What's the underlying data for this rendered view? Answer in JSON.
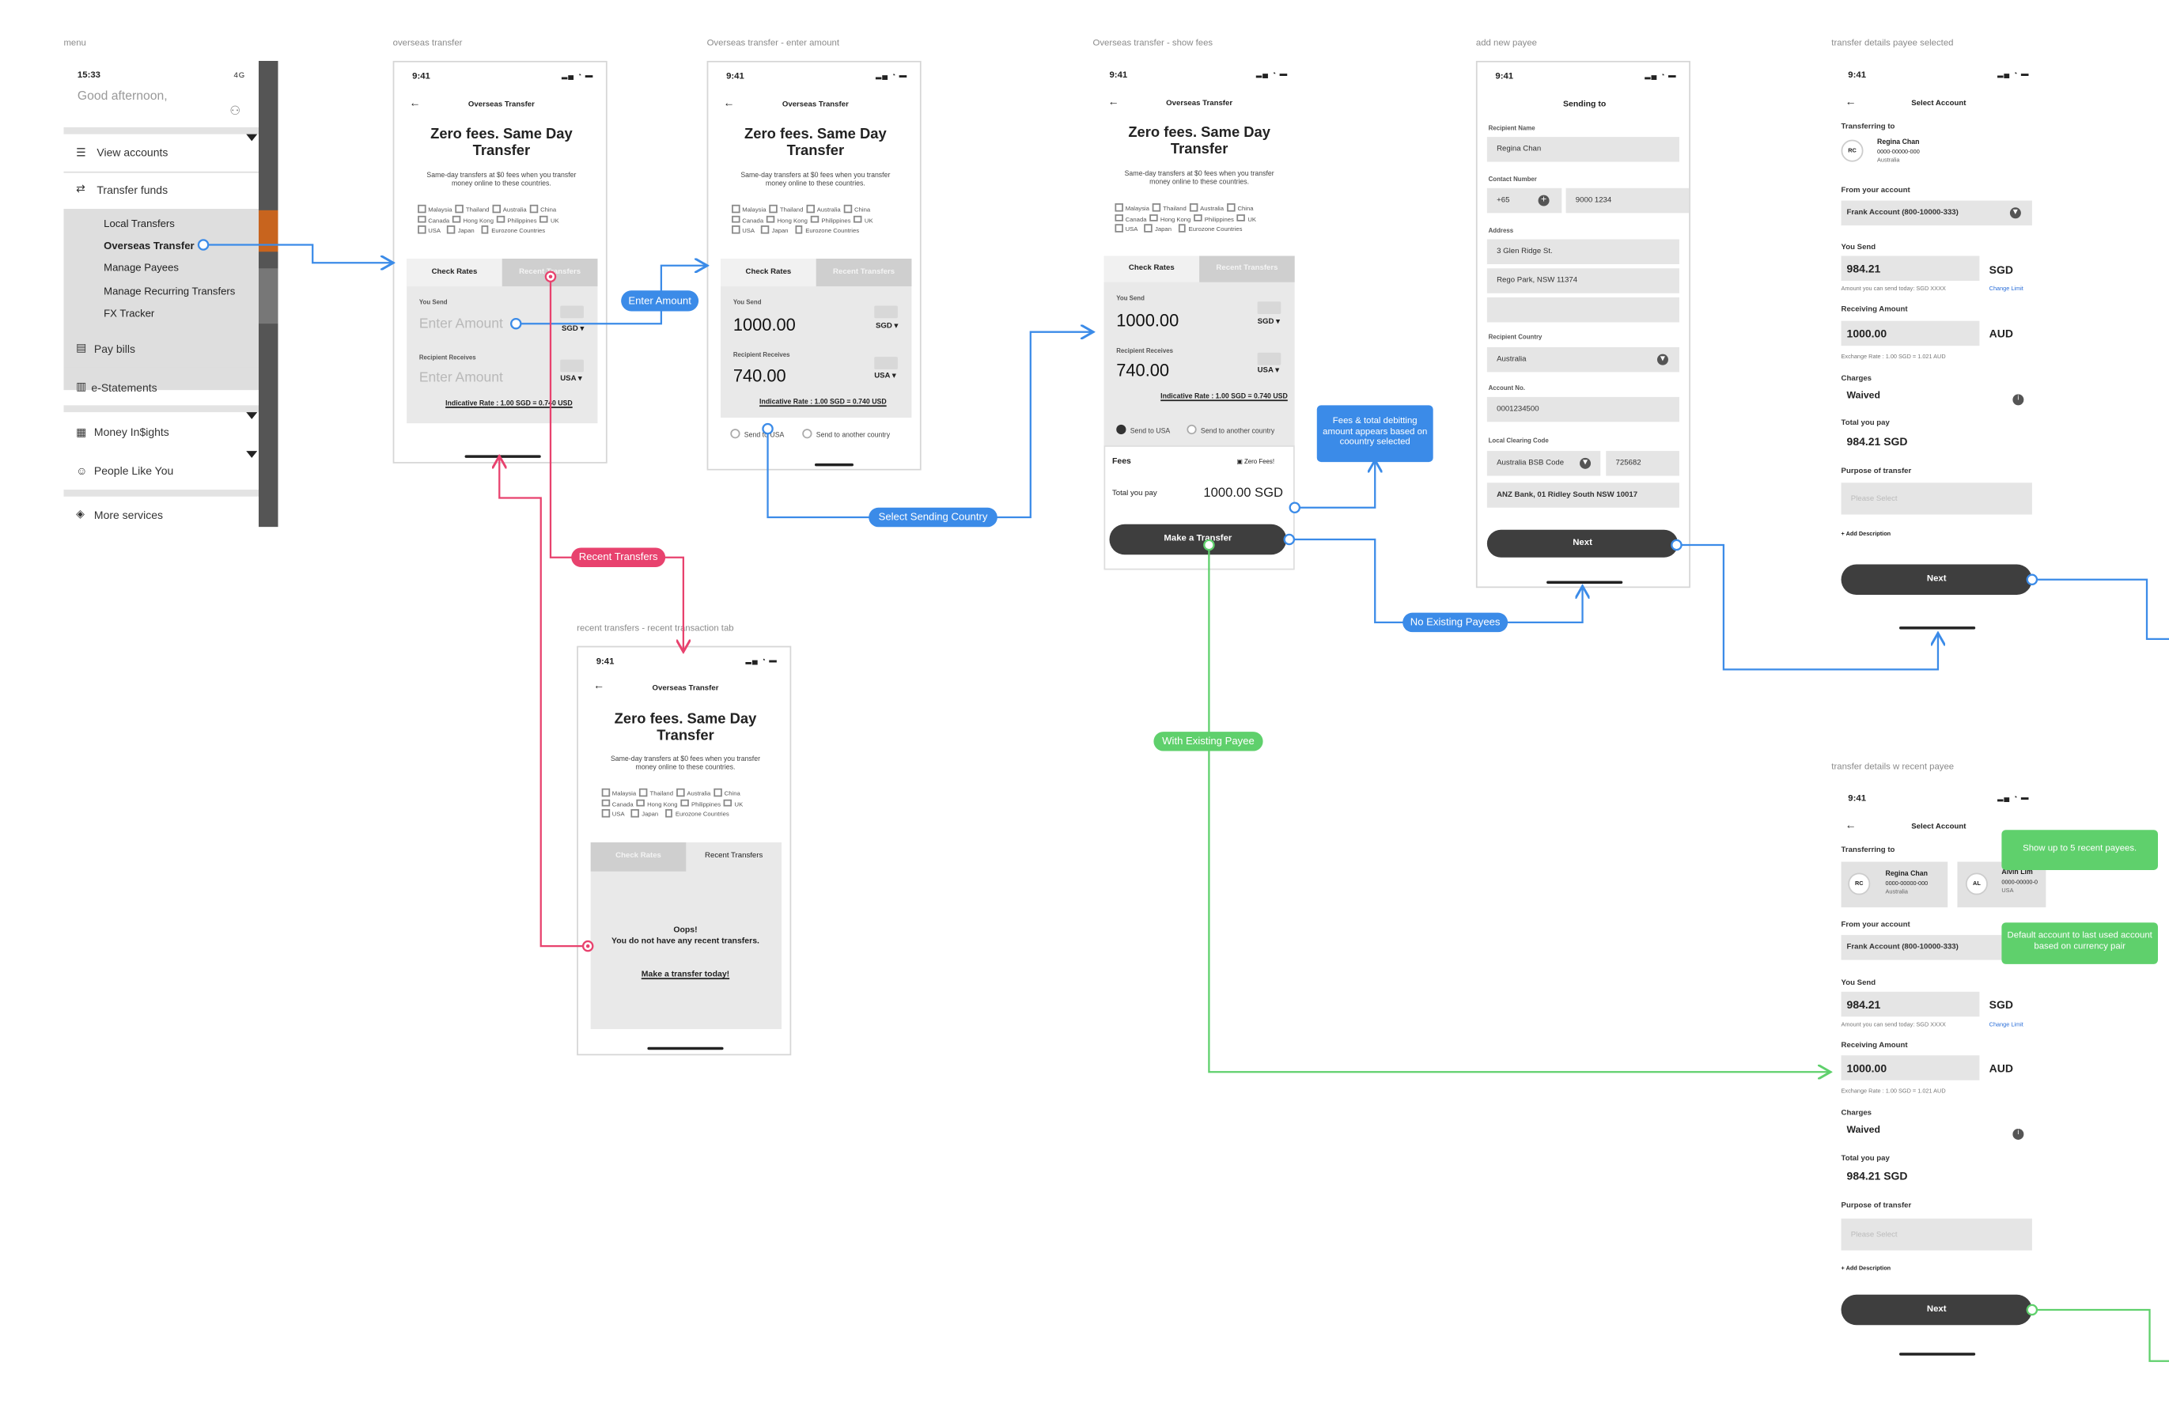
{
  "colors": {
    "blue": "#3b8be8",
    "pink": "#e8426e",
    "green": "#5fd06c",
    "dark": "#3e3e3e"
  },
  "status": {
    "time_menu": "15:33",
    "time": "9:41",
    "menu_signal": "4G"
  },
  "frames": {
    "menu": "menu",
    "overseas": "overseas transfer",
    "enter_amount": "Overseas transfer - enter amount",
    "show_fees": "Overseas transfer - show fees",
    "add_payee": "add new payee",
    "payee_selected": "transfer details payee selected",
    "recent": "recent transfers - recent transaction tab",
    "recent_payee": "transfer details w recent payee"
  },
  "menu": {
    "greeting": "Good afternoon,",
    "items": {
      "view_accounts": "View accounts",
      "transfer_funds": "Transfer funds",
      "pay_bills": "Pay bills",
      "estatements": "e-Statements",
      "money_insights": "Money In$ights",
      "people_like_you": "People Like You",
      "more_services": "More services"
    },
    "sub": {
      "local": "Local Transfers",
      "overseas": "Overseas Transfer",
      "payees": "Manage Payees",
      "recurring": "Manage Recurring Transfers",
      "fx": "FX Tracker"
    }
  },
  "transfer": {
    "nav_title": "Overseas Transfer",
    "hero1": "Zero fees. Same Day",
    "hero2": "Transfer",
    "sub1": "Same-day transfers at $0 fees when you transfer",
    "sub2": "money online to these countries.",
    "countries": [
      "Malaysia",
      "Thailand",
      "Australia",
      "China",
      "Canada",
      "Hong Kong",
      "Philippines",
      "UK",
      "USA",
      "Japan",
      "Eurozone Countries"
    ],
    "tab_rates": "Check Rates",
    "tab_recent": "Recent Transfers",
    "you_send": "You Send",
    "recipient_receives": "Recipient Receives",
    "enter_amount": "Enter Amount",
    "send_amount": "1000.00",
    "recv_amount": "740.00",
    "sgd": "SGD",
    "usa": "USA",
    "rate": "Indicative Rate : 1.00 SGD = 0.740 USD",
    "send_usa": "Send to USA",
    "send_other": "Send to another country",
    "fees": "Fees",
    "zero_fees": "Zero Fees!",
    "total_pay": "Total you pay",
    "total_amt": "1000.00 SGD",
    "make_transfer": "Make a Transfer",
    "oops": "Oops!",
    "no_recent": "You do not have any recent transfers.",
    "make_today": "Make a transfer today!"
  },
  "payee": {
    "title": "Sending to",
    "recipient_name": "Recipient Name",
    "name": "Regina Chan",
    "contact": "Contact Number",
    "code": "+65",
    "phone": "9000 1234",
    "address": "Address",
    "addr1": "3 Glen Ridge St.",
    "addr2": "Rego Park, NSW 11374",
    "country_lbl": "Recipient Country",
    "country": "Australia",
    "account_lbl": "Account No.",
    "account": "0001234500",
    "clearing_lbl": "Local Clearing Code",
    "bsb": "Australia BSB Code",
    "bsb_val": "725682",
    "bank": "ANZ Bank, 01 Ridley South NSW 10017",
    "next": "Next"
  },
  "select": {
    "title": "Select Account",
    "transferring_to": "Transferring to",
    "rc": "RC",
    "al": "AL",
    "payee_name": "Regina Chan",
    "payee_acct": "0000-00000-000",
    "payee_country": "Australia",
    "payee2_name": "Alvin Lim",
    "payee2_acct": "0000-00000-0",
    "payee2_country": "USA",
    "from_account": "From your account",
    "account": "Frank Account (800-10000-333)",
    "you_send": "You Send",
    "send_amt": "984.21",
    "sgd": "SGD",
    "send_note": "Amount you can send today: SGD XXXX",
    "change_limit": "Change Limit",
    "receiving": "Receiving Amount",
    "recv_amt": "1000.00",
    "aud": "AUD",
    "rate_note": "Exchange Rate : 1.00 SGD = 1.021 AUD",
    "charges": "Charges",
    "waived": "Waived",
    "total": "Total you pay",
    "total_amt": "984.21 SGD",
    "purpose": "Purpose of transfer",
    "please_select": "Please Select",
    "add_desc": "+ Add Description",
    "next": "Next"
  },
  "annotations": {
    "enter_amount": "Enter Amount",
    "recent_transfers": "Recent Transfers",
    "select_country": "Select Sending Country",
    "fees_note": "Fees & total debitting amount appears based on coountry selected",
    "no_payees": "No Existing Payees",
    "with_payee": "With Existing Payee",
    "show_recent": "Show up to 5 recent payees.",
    "default_account": "Default account to last used account based on currency pair"
  }
}
